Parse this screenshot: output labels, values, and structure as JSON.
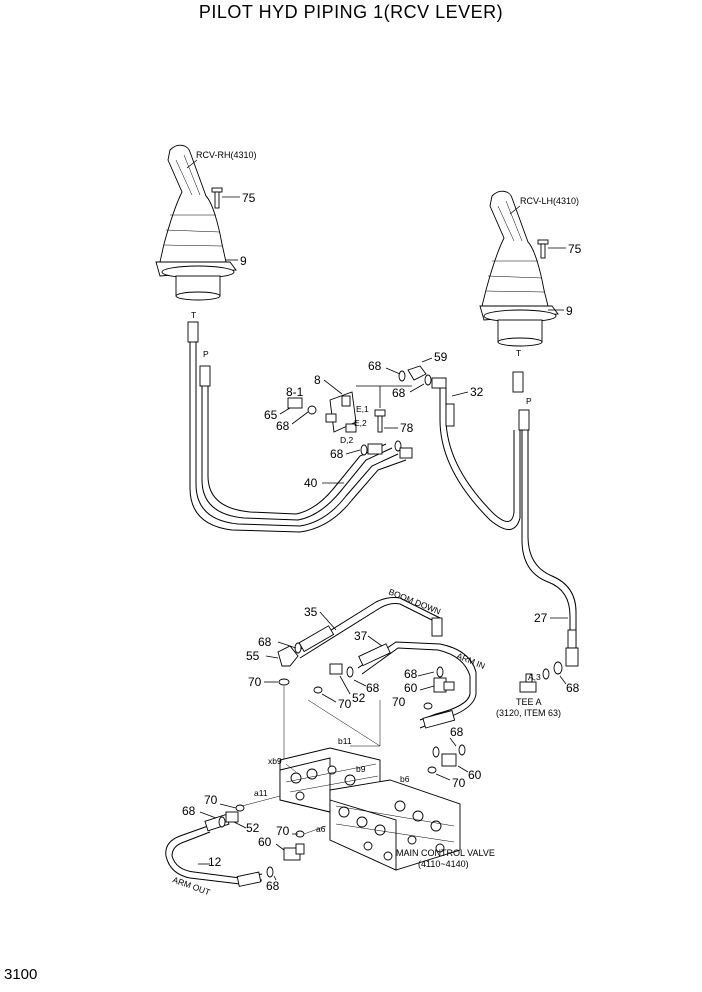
{
  "title": "PILOT HYD PIPING 1(RCV LEVER)",
  "page_number": "3100",
  "levers": {
    "rh": "RCV-RH(4310)",
    "lh": "RCV-LH(4310)"
  },
  "port_labels": {
    "t": "T",
    "p": "P",
    "e1": "E,1",
    "e2": "E,2",
    "d2": "D,2",
    "a3": "A,3",
    "xb9": "xb9",
    "b11": "b11",
    "b9": "b9",
    "a11": "a11",
    "b6": "b6",
    "a6": "a6"
  },
  "hose_labels": {
    "boom_down": "BOOM DOWN",
    "arm_in": "ARM IN",
    "arm_out": "ARM OUT"
  },
  "notes": {
    "tee_a": "TEE A",
    "tee_ref": "(3120, ITEM 63)",
    "mcv": "MAIN CONTROL VALVE",
    "mcv_ref": "(4110~4140)"
  },
  "callouts": {
    "c75": "75",
    "c9": "9",
    "c59": "59",
    "c68": "68",
    "c8": "8",
    "c8_1": "8-1",
    "c65": "65",
    "c78": "78",
    "c32": "32",
    "c40": "40",
    "c27": "27",
    "c35": "35",
    "c37": "37",
    "c55": "55",
    "c70": "70",
    "c52": "52",
    "c60": "60",
    "c12": "12"
  }
}
